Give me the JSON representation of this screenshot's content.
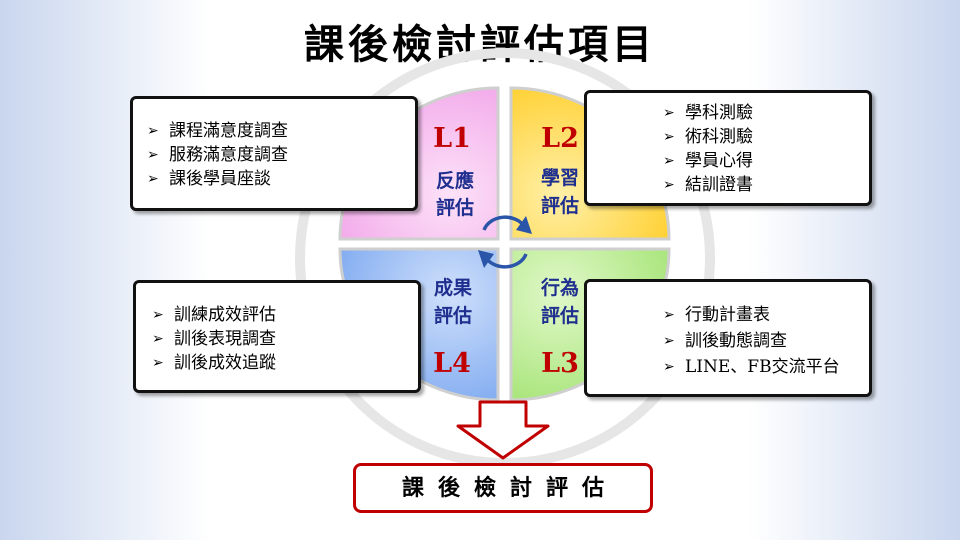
{
  "title": "課後檢討評估項目",
  "quadrants": {
    "tl": {
      "level": "L1",
      "name_line1": "反應",
      "name_line2": "評估",
      "color": "#f6b6ee"
    },
    "tr": {
      "level": "L2",
      "name_line1": "學習",
      "name_line2": "評估",
      "color": "#ffd84a"
    },
    "br": {
      "level": "L3",
      "name_line1": "行為",
      "name_line2": "評估",
      "color": "#b5ec8a"
    },
    "bl": {
      "level": "L4",
      "name_line1": "成果",
      "name_line2": "評估",
      "color": "#8fb7f3"
    }
  },
  "boxes": {
    "tl": [
      "課程滿意度調查",
      "服務滿意度調查",
      "課後學員座談"
    ],
    "tr": [
      "學科測驗",
      "術科測驗",
      "學員心得",
      "結訓證書"
    ],
    "bl": [
      "訓練成效評估",
      "訓後表現調查",
      "訓後成效追蹤"
    ],
    "br": [
      "行動計畫表",
      "訓後動態調查",
      "LINE、FB交流平台"
    ]
  },
  "bullet_glyph": "➢",
  "final_box": "課後檢討評估",
  "colors": {
    "level_text": "#c00000",
    "name_text": "#1f2f8f",
    "final_border": "#c00000"
  }
}
